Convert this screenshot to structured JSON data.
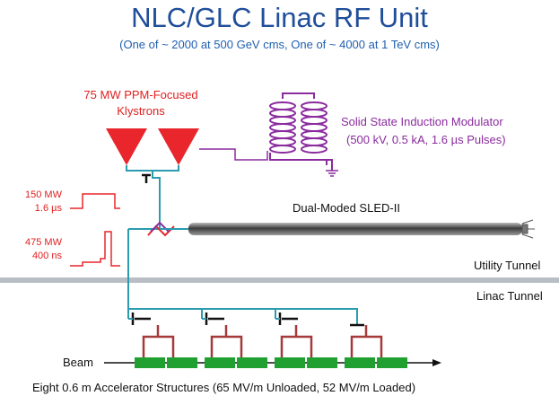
{
  "title": "NLC/GLC Linac RF Unit",
  "subtitle": "(One of ~ 2000 at 500 GeV cms, One of ~ 4000 at 1 TeV cms)",
  "klystrons": {
    "line1": "75 MW PPM-Focused",
    "line2": "Klystrons"
  },
  "modulator": {
    "line1": "Solid State Induction Modulator",
    "line2": "(500 kV, 0.5 kA, 1.6 µs Pulses)"
  },
  "pulse_long": {
    "line1": "150 MW",
    "line2": "1.6 µs"
  },
  "pulse_short": {
    "line1": "475 MW",
    "line2": "400 ns"
  },
  "sled_label": "Dual-Moded SLED-II",
  "utility_tunnel": "Utility Tunnel",
  "linac_tunnel": "Linac Tunnel",
  "beam_label": "Beam",
  "caption": "Eight 0.6 m Accelerator Structures (65 MV/m Unloaded, 52 MV/m Loaded)",
  "colors": {
    "title": "#1f4e9a",
    "klystron": "#e8262b",
    "modulator": "#8a2b9e",
    "waveguide": "#2b9bb0",
    "structure": "#20a030",
    "feed": "#a63a3a",
    "tunnel_wall": "#b8bec4"
  }
}
